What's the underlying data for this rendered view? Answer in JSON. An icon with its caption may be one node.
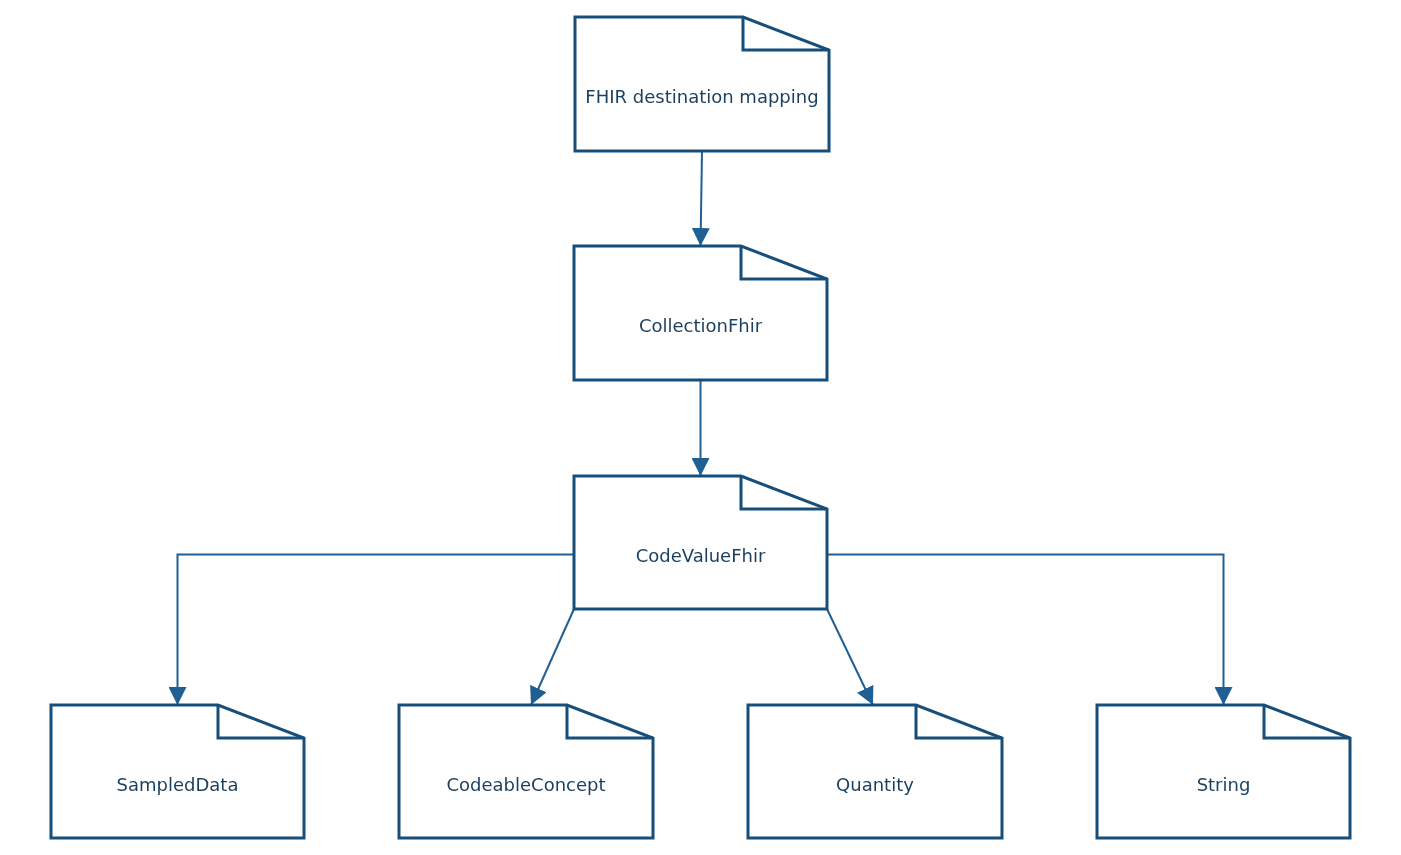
{
  "diagram": {
    "nodes": [
      {
        "text": [
          "FHIR destination mapping"
        ]
      },
      {
        "text": [
          "CollectionFhir"
        ]
      },
      {
        "text": [
          "CodeValueFhir"
        ]
      },
      {
        "text": [
          "SampledData"
        ]
      },
      {
        "text": [
          "CodeableConcept"
        ]
      },
      {
        "text": [
          "Quantity"
        ]
      },
      {
        "text": [
          "String"
        ]
      }
    ],
    "edges": [
      {
        "from": 0,
        "to": 1,
        "arrow": "to"
      },
      {
        "from": 1,
        "to": 2,
        "arrow": "to"
      },
      {
        "from": 2,
        "to": 3,
        "arrow": "to"
      },
      {
        "from": 2,
        "to": 4,
        "arrow": "to"
      },
      {
        "from": 2,
        "to": 5,
        "arrow": "to"
      },
      {
        "from": 2,
        "to": 6,
        "arrow": "to"
      }
    ]
  }
}
